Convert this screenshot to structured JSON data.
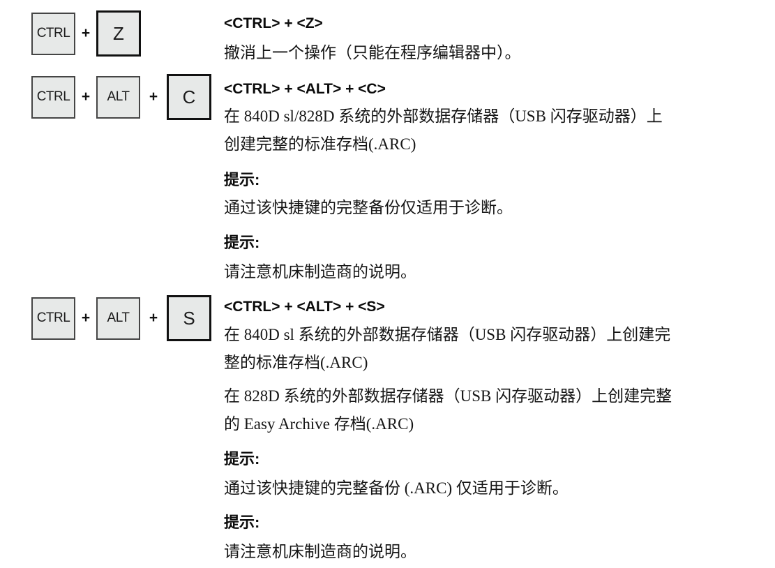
{
  "plus": "+",
  "colors": {
    "background": "#ffffff",
    "key_fill": "#e7e9e8",
    "key_border_modifier": "#454545",
    "key_border_letter": "#111111",
    "text": "#111111"
  },
  "shortcuts": [
    {
      "keys": [
        "CTRL",
        "Z"
      ],
      "heading": "<CTRL> + <Z>",
      "description": [
        "撤消上一个操作（只能在程序编辑器中）。"
      ],
      "tips": []
    },
    {
      "keys": [
        "CTRL",
        "ALT",
        "C"
      ],
      "heading": "<CTRL> + <ALT> + <C>",
      "description": [
        "在 840D sl/828D 系统的外部数据存储器（USB 闪存驱动器）上",
        "创建完整的标准存档(.ARC)"
      ],
      "tips": [
        {
          "label": "提示:",
          "text": "通过该快捷键的完整备份仅适用于诊断。"
        },
        {
          "label": "提示:",
          "text": "请注意机床制造商的说明。"
        }
      ]
    },
    {
      "keys": [
        "CTRL",
        "ALT",
        "S"
      ],
      "heading": "<CTRL> + <ALT> + <S>",
      "description": [
        "在 840D sl 系统的外部数据存储器（USB 闪存驱动器）上创建完",
        "整的标准存档(.ARC)",
        "在 828D 系统的外部数据存储器（USB 闪存驱动器）上创建完整",
        "的 Easy Archive 存档(.ARC)"
      ],
      "tips": [
        {
          "label": "提示:",
          "text": "通过该快捷键的完整备份 (.ARC) 仅适用于诊断。"
        },
        {
          "label": "提示:",
          "text": "请注意机床制造商的说明。"
        }
      ]
    }
  ]
}
